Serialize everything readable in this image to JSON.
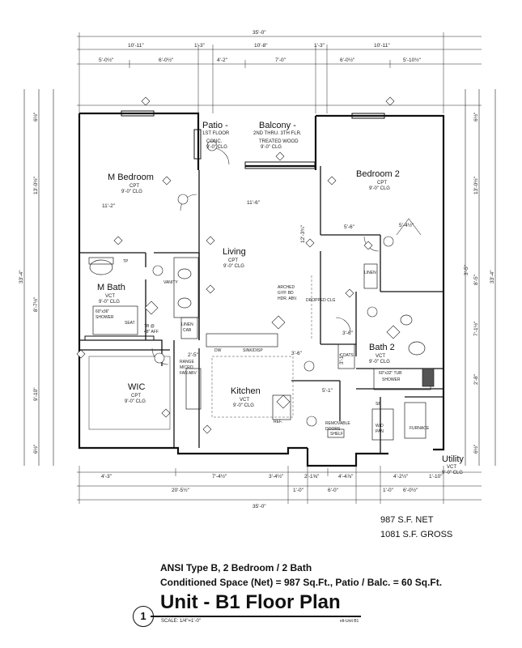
{
  "dimensions": {
    "overall_top": "35'-0\"",
    "overall_bottom": "35'-0\"",
    "top_row1": [
      "10'-11\"",
      "1'-3\"",
      "10'-8\"",
      "1'-3\"",
      "10'-11\""
    ],
    "top_row2": [
      "5'-0½\"",
      "6'-0½\"",
      "4'-2\"",
      "7'-0\"",
      "6'-0½\"",
      "5'-10½\""
    ],
    "left_side": [
      "33'-4\"",
      "6½\"",
      "13'-0½\"",
      "8'-7½\"",
      "9'-10\"",
      "6½\""
    ],
    "right_side": [
      "33'-4\"",
      "6½\"",
      "13'-0½\"",
      "8'-5\"",
      "7'-1½\"",
      "2'-8\"",
      "6½\""
    ],
    "bottom_row1": [
      "4'-3\"",
      "7'-4½\"",
      "3'-4½\"",
      "2'-1⅝\"",
      "4'-4⅞\"",
      "4'-2½\"",
      "1'-10\""
    ],
    "bottom_row2": [
      "20'-5½\"",
      "1'-0\"",
      "6'-0\"",
      "1'-0\"",
      "6'-0½\""
    ],
    "interior": [
      "11'-2\"",
      "11'-6\"",
      "12'-3¾\"",
      "5'-6\"",
      "5'-4½\"",
      "3'-5\"",
      "3'-6\"",
      "5'-1\"",
      "3'-6\"",
      "3'-1\"",
      "2'-5\""
    ]
  },
  "rooms": {
    "patio": {
      "name": "Patio -",
      "sub": "1ST FLOOR"
    },
    "balcony": {
      "name": "Balcony -",
      "sub": "2ND THRU. 3TH FLR.",
      "sub2": "TREATED WOOD",
      "sub3": "9'-0\" CLG",
      "conc": "CONC.",
      "conc_clg": "9'-0\" CLG"
    },
    "m_bedroom": {
      "name": "M Bedroom",
      "sub": "CPT",
      "clg": "9'-0\" CLG"
    },
    "bedroom2": {
      "name": "Bedroom 2",
      "sub": "CPT",
      "clg": "9'-0\" CLG"
    },
    "living": {
      "name": "Living",
      "sub": "CPT",
      "clg": "9'-0\" CLG"
    },
    "m_bath": {
      "name": "M Bath",
      "sub": "VCT",
      "clg": "9'-0\" CLG"
    },
    "bath2": {
      "name": "Bath 2",
      "sub": "VCT",
      "clg": "9'-0\" CLG"
    },
    "wic": {
      "name": "WIC",
      "sub": "CPT",
      "clg": "9'-0\" CLG"
    },
    "kitchen": {
      "name": "Kitchen",
      "sub": "VCT",
      "clg": "9'-0\" CLG"
    },
    "utility": {
      "name": "Utility",
      "sub": "VCT",
      "clg": "9'-0\" CLG"
    }
  },
  "notes": {
    "shower": "60\"x36\"",
    "shower_label": "SHOWER",
    "seat": "SEAT",
    "tb": "TB @",
    "tb_aff": "48\" AFF",
    "linen": "LINEN",
    "cab": "CAB",
    "range": "RANGE",
    "micro": "MICRO",
    "fan_abv": "FAN ABV",
    "arched": "ARCHED",
    "gyp": "GYP. BD",
    "hdr": "HDR. ABV.",
    "tub": "60\"x32\" TUB",
    "tub_shower": "SHOWER",
    "coats": "COATS",
    "sb": "SB",
    "wd": "W/D",
    "pan": "PAN",
    "shelf": "SHELF",
    "removable": "REMOVABLE",
    "doors": "DOORS",
    "ref": "REF.",
    "furnace": "FURNACE",
    "dw": "DW",
    "sink": "SINK/DISP",
    "dropped": "DROPPED CLG",
    "vanity": "VANITY",
    "tp": "TP"
  },
  "areas": {
    "net": "987 S.F. NET",
    "gross": "1081 S.F. GROSS"
  },
  "description": {
    "line1": "ANSI Type B, 2 Bedroom / 2 Bath",
    "line2": "Conditioned Space (Net) = 987 Sq.Ft., Patio / Balc. = 60 Sq.Ft."
  },
  "title": {
    "number": "1",
    "text": "Unit - B1 Floor Plan",
    "scale": "SCALE: 1/4\"=1'-0\"",
    "ref": "elt-Unit B1"
  }
}
